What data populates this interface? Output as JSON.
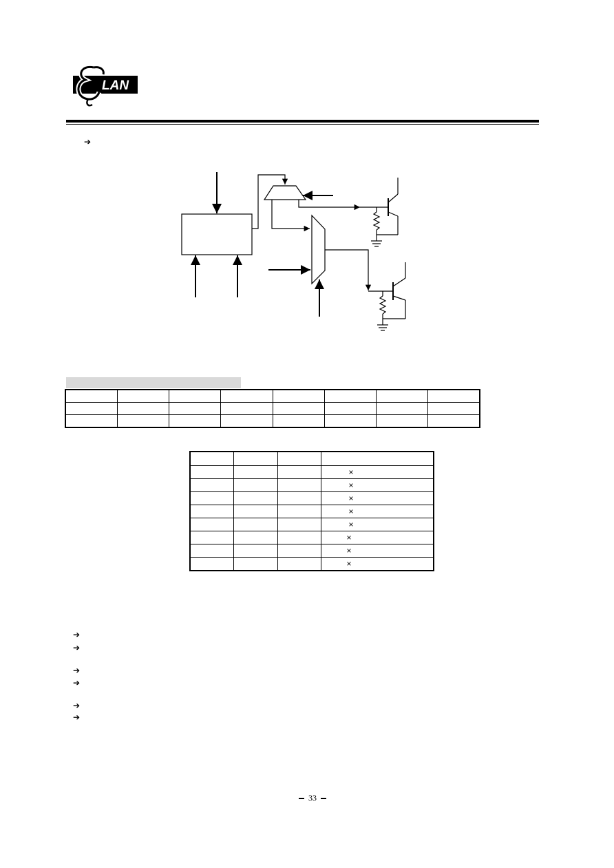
{
  "header": {
    "logo_text": "LAN",
    "logo_letter": "E"
  },
  "icons": {
    "bullet": "right-arrow-icon"
  },
  "selection_table": {
    "multiply_symbol": "×",
    "row_count": 8
  },
  "footer": {
    "page_number": "33"
  }
}
